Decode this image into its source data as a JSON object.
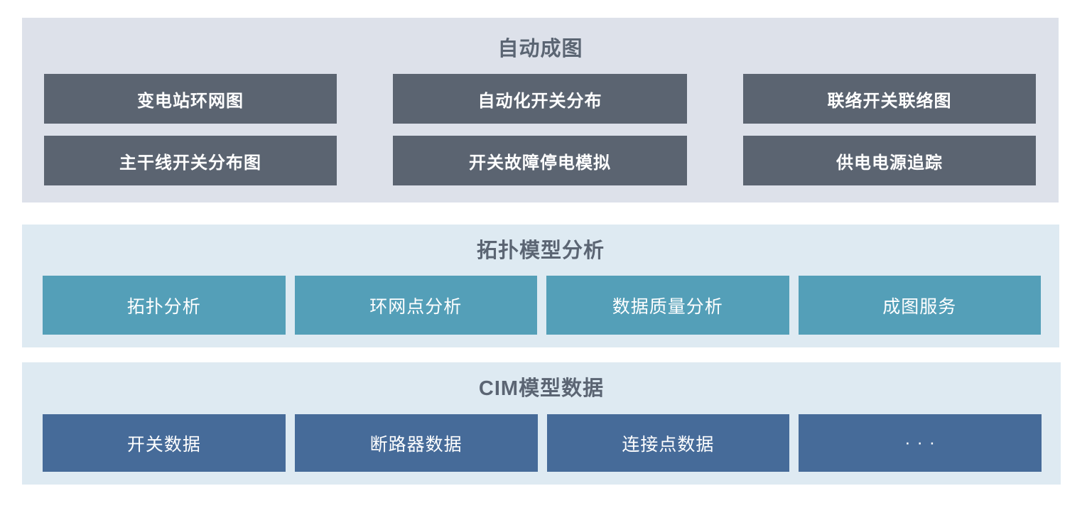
{
  "page": {
    "background": "#ffffff"
  },
  "colors": {
    "page_bg": "#ffffff",
    "top_panel_bg": "#dde1ea",
    "top_box_bg": "#5b6471",
    "light_panel_bg": "#deeaf2",
    "teal_box_bg": "#549fb8",
    "blue_box_bg": "#466b99",
    "title_color": "#5b6573",
    "box_text_color": "#ffffff"
  },
  "sections": [
    {
      "title": "自动成图",
      "items": [
        {
          "label": "变电站环网图"
        },
        {
          "label": "自动化开关分布"
        },
        {
          "label": "联络开关联络图"
        },
        {
          "label": "主干线开关分布图"
        },
        {
          "label": "开关故障停电模拟"
        },
        {
          "label": "供电电源追踪"
        }
      ]
    },
    {
      "title": "拓扑模型分析",
      "items": [
        {
          "label": "拓扑分析"
        },
        {
          "label": "环网点分析"
        },
        {
          "label": "数据质量分析"
        },
        {
          "label": "成图服务"
        }
      ]
    },
    {
      "title": "CIM模型数据",
      "items": [
        {
          "label": "开关数据"
        },
        {
          "label": "断路器数据"
        },
        {
          "label": "连接点数据"
        },
        {
          "label": "· · ·"
        }
      ]
    }
  ]
}
